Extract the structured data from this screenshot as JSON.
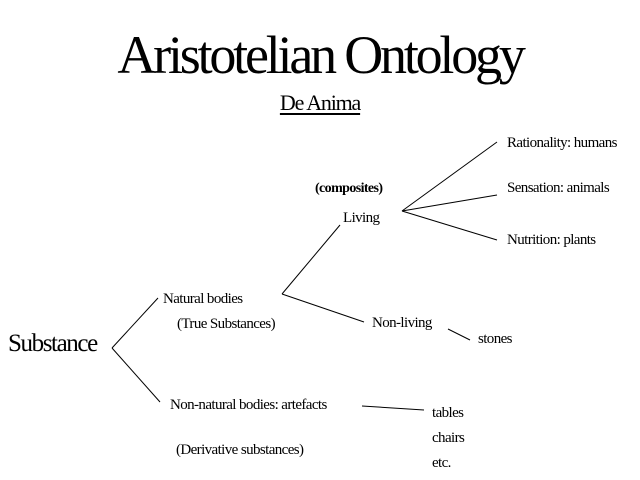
{
  "title": "Aristotelian Ontology",
  "subtitle": "De Anima",
  "nodes": {
    "substance": "Substance",
    "natural_bodies": "Natural bodies",
    "true_substances": "(True Substances)",
    "non_natural_bodies": "Non-natural bodies: artefacts",
    "derivative_substances": "(Derivative substances)",
    "composites": "(composites)",
    "living": "Living",
    "non_living": "Non-living",
    "stones": "stones",
    "rationality": "Rationality: humans",
    "sensation": "Sensation: animals",
    "nutrition": "Nutrition: plants",
    "tables": "tables",
    "chairs": "chairs",
    "etc": "etc."
  }
}
